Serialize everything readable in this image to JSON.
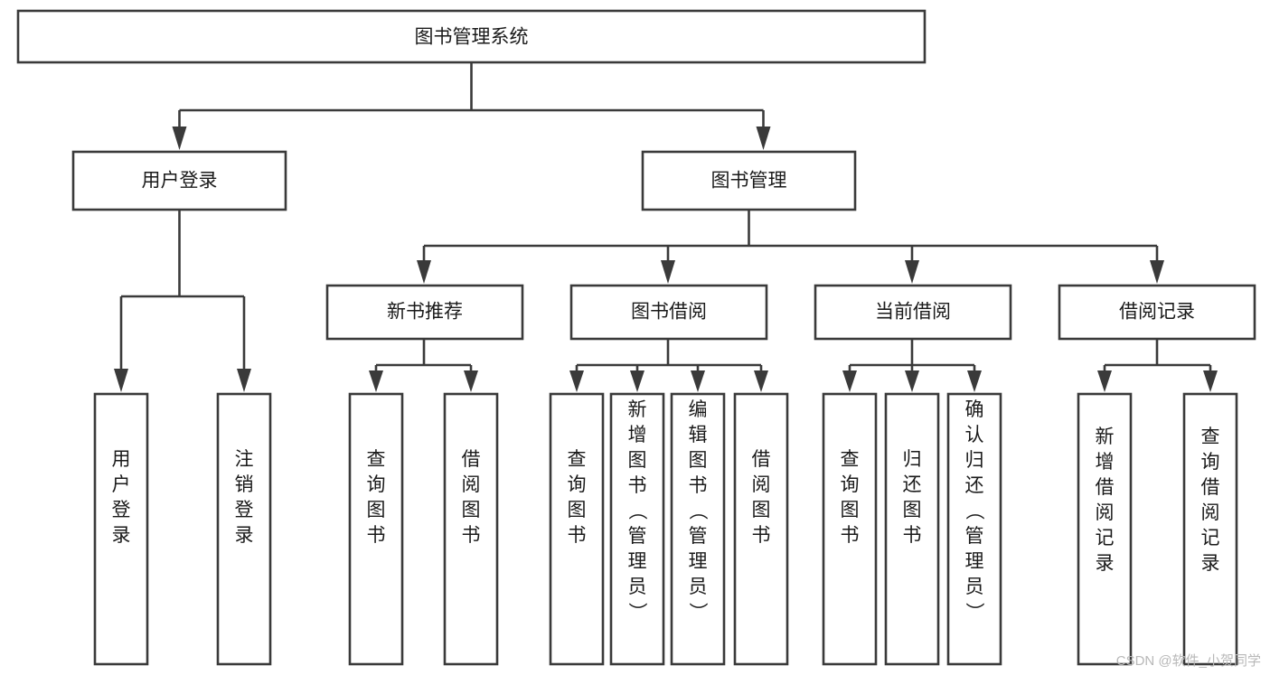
{
  "diagram": {
    "type": "tree",
    "title": "图书管理系统",
    "orientation": "top-down",
    "colors": {
      "box_fill": "#ffffff",
      "box_stroke": "#3a3a3a",
      "text": "#1a1a1a",
      "watermark": "#b8b8b8"
    },
    "levels": {
      "level0": [
        {
          "id": "root",
          "label": "图书管理系统",
          "text_direction": "horizontal"
        }
      ],
      "level1": [
        {
          "id": "user_login",
          "label": "用户登录",
          "text_direction": "horizontal",
          "parent": "root"
        },
        {
          "id": "book_mgmt",
          "label": "图书管理",
          "text_direction": "horizontal",
          "parent": "root"
        }
      ],
      "level2": [
        {
          "id": "new_book_rec",
          "label": "新书推荐",
          "text_direction": "horizontal",
          "parent": "book_mgmt"
        },
        {
          "id": "book_borrow",
          "label": "图书借阅",
          "text_direction": "horizontal",
          "parent": "book_mgmt"
        },
        {
          "id": "current_borrow",
          "label": "当前借阅",
          "text_direction": "horizontal",
          "parent": "book_mgmt"
        },
        {
          "id": "borrow_record",
          "label": "借阅记录",
          "text_direction": "horizontal",
          "parent": "book_mgmt"
        }
      ],
      "leaves": [
        {
          "id": "leaf_user_login",
          "label": "用户登录",
          "chars": [
            "用",
            "户",
            "登",
            "录"
          ],
          "text_direction": "vertical",
          "parent": "user_login"
        },
        {
          "id": "leaf_logout",
          "label": "注销登录",
          "chars": [
            "注",
            "销",
            "登",
            "录"
          ],
          "text_direction": "vertical",
          "parent": "user_login"
        },
        {
          "id": "leaf_query_book_1",
          "label": "查询图书",
          "chars": [
            "查",
            "询",
            "图",
            "书"
          ],
          "text_direction": "vertical",
          "parent": "new_book_rec"
        },
        {
          "id": "leaf_borrow_book_1",
          "label": "借阅图书",
          "chars": [
            "借",
            "阅",
            "图",
            "书"
          ],
          "text_direction": "vertical",
          "parent": "new_book_rec"
        },
        {
          "id": "leaf_query_book_2",
          "label": "查询图书",
          "chars": [
            "查",
            "询",
            "图",
            "书"
          ],
          "text_direction": "vertical",
          "parent": "book_borrow"
        },
        {
          "id": "leaf_add_book",
          "label": "新增图书（管理员）",
          "chars": [
            "新",
            "增",
            "图",
            "书",
            "（",
            "管",
            "理",
            "员",
            "）"
          ],
          "text_direction": "vertical",
          "parent": "book_borrow"
        },
        {
          "id": "leaf_edit_book",
          "label": "编辑图书（管理员）",
          "chars": [
            "编",
            "辑",
            "图",
            "书",
            "（",
            "管",
            "理",
            "员",
            "）"
          ],
          "text_direction": "vertical",
          "parent": "book_borrow"
        },
        {
          "id": "leaf_borrow_book_2",
          "label": "借阅图书",
          "chars": [
            "借",
            "阅",
            "图",
            "书"
          ],
          "text_direction": "vertical",
          "parent": "book_borrow"
        },
        {
          "id": "leaf_query_book_3",
          "label": "查询图书",
          "chars": [
            "查",
            "询",
            "图",
            "书"
          ],
          "text_direction": "vertical",
          "parent": "current_borrow"
        },
        {
          "id": "leaf_return_book",
          "label": "归还图书",
          "chars": [
            "归",
            "还",
            "图",
            "书"
          ],
          "text_direction": "vertical",
          "parent": "current_borrow"
        },
        {
          "id": "leaf_confirm_return",
          "label": "确认归还（管理员）",
          "chars": [
            "确",
            "认",
            "归",
            "还",
            "（",
            "管",
            "理",
            "员",
            "）"
          ],
          "text_direction": "vertical",
          "parent": "current_borrow"
        },
        {
          "id": "leaf_add_record",
          "label": "新增借阅记录",
          "chars": [
            "新",
            "增",
            "借",
            "阅",
            "记",
            "录"
          ],
          "text_direction": "vertical",
          "parent": "borrow_record"
        },
        {
          "id": "leaf_query_record",
          "label": "查询借阅记录",
          "chars": [
            "查",
            "询",
            "借",
            "阅",
            "记",
            "录"
          ],
          "text_direction": "vertical",
          "parent": "borrow_record"
        }
      ]
    },
    "watermark": "CSDN @软件_小贺同学"
  }
}
